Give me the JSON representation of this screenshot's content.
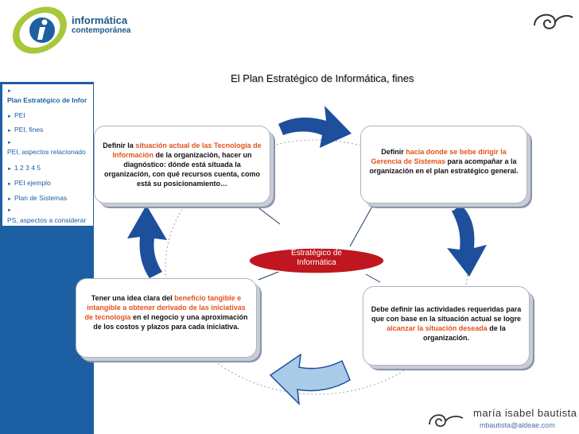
{
  "logo": {
    "line1": "informática",
    "line2": "contemporánea"
  },
  "sidebar": {
    "items": [
      {
        "label": "Plan Estratégico de Infor",
        "bold": true
      },
      {
        "label": "PEI"
      },
      {
        "label": "PEI, fines"
      },
      {
        "label": "PEI, aspectos relacionado"
      },
      {
        "label": "1  2  3  4  5"
      },
      {
        "label": "PEI ejemplo"
      },
      {
        "label": "Plan de Sistemas"
      },
      {
        "label": "PS, aspectos a considerar"
      }
    ]
  },
  "slide": {
    "title": "El Plan Estratégico de Informática, fines",
    "center": {
      "line1": "Estratégico de",
      "line2": "Informática"
    },
    "cards": {
      "top_left": {
        "t1": "Definir la ",
        "h1": "situación actual de las Tecnología de Información",
        "t2": "  de la organización, hacer un diagnóstico: dónde está situada la organización, con qué recursos cuenta, como está su posicionamiento…"
      },
      "top_right": {
        "t1": "Definir ",
        "h1": "hacia donde se bebe dirigir la Gerencia de Sistemas",
        "t2": " para acompañar a la organización en el plan estratégico general."
      },
      "bottom_left": {
        "t1": "Tener una idea clara del ",
        "h1": "beneficio tangible e intangible a obtener derivado de las iniciativas de tecnología",
        "t2": " en el negocio y una aproximación de los costos y plazos para cada iniciativa."
      },
      "bottom_right": {
        "t1": "Debe definir las actividades requeridas para que con base en la  situación actual se logre ",
        "h1": "alcanzar la situación deseada",
        "t2": " de la organización."
      }
    }
  },
  "author": {
    "name": "maría isabel bautista",
    "email": "mbautista@aldeae.com"
  },
  "colors": {
    "sidebar": "#1d5fa3",
    "accent": "#e2531c",
    "ellipse": "#c0161f",
    "arrow": "#1d4f9c"
  }
}
